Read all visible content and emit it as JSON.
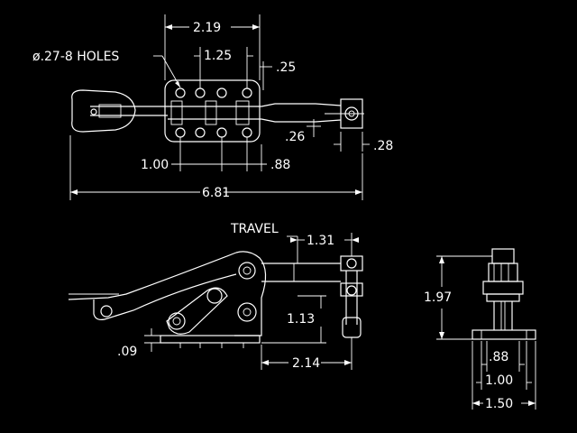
{
  "top_view": {
    "hole_note": "ø.27-8 HOLES",
    "dims": {
      "overall_base": "2.19",
      "inner_hole": "1.25",
      "offset_top": ".25",
      "offset_side": ".26",
      "spindle_offset": ".28",
      "left_span": "1.00",
      "right_span": ".88",
      "overall_length": "6.81"
    }
  },
  "side_view": {
    "travel_label": "TRAVEL",
    "dims": {
      "travel": "1.31",
      "height": "1.13",
      "base_thickness": ".09",
      "reach": "2.14"
    }
  },
  "end_view": {
    "dims": {
      "height": "1.97",
      "inner_width": ".88",
      "mid_width": "1.00",
      "overall_width": "1.50"
    }
  }
}
